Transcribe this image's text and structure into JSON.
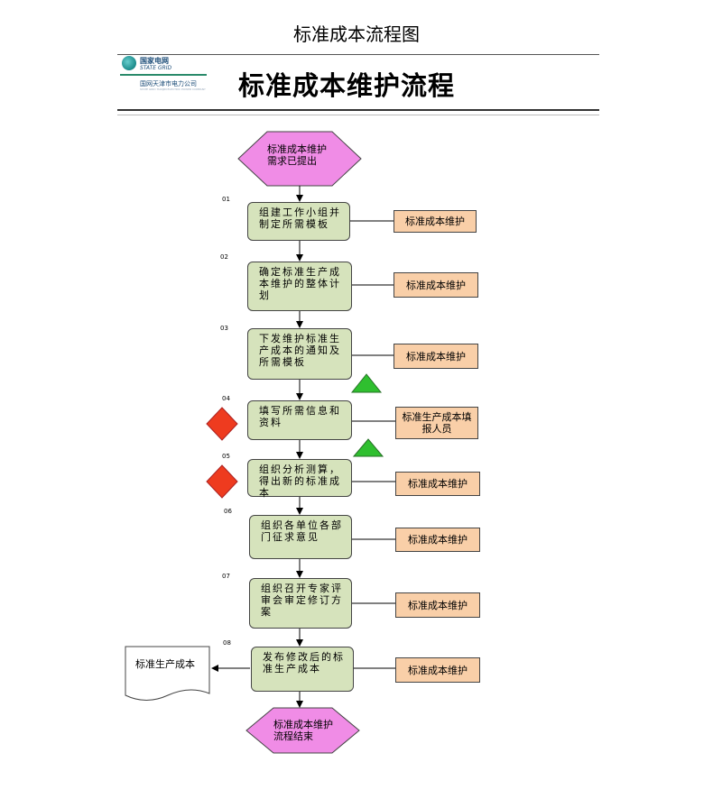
{
  "page_title": "标准成本流程图",
  "header": {
    "title": "标准成本维护流程",
    "logo": {
      "line1": "国家电网",
      "line2": "STATE GRID",
      "line3": "国网天津市电力公司",
      "line4": "STATE GRID TIANJIN ELECTRIC POWER COMPANY"
    }
  },
  "start_node": "标准成本维护需求已提出",
  "end_node": "标准成本维护流程结束",
  "steps": [
    {
      "num": "01",
      "text": "组建工作小组并制定所需模板",
      "role": "标准成本维护"
    },
    {
      "num": "02",
      "text": "确定标准生产成本维护的整体计划",
      "role": "标准成本维护"
    },
    {
      "num": "03",
      "text": "下发维护标准生产成本的通知及所需模板",
      "role": "标准成本维护"
    },
    {
      "num": "04",
      "text": "填写所需信息和资料",
      "role": "标准生产成本填报人员"
    },
    {
      "num": "05",
      "text": "组织分析测算，得出新的标准成本",
      "role": "标准成本维护"
    },
    {
      "num": "06",
      "text": "组织各单位各部门征求意见",
      "role": "标准成本维护"
    },
    {
      "num": "07",
      "text": "组织召开专家评审会审定修订方案",
      "role": "标准成本维护"
    },
    {
      "num": "08",
      "text": "发布修改后的标准生产成本",
      "role": "标准成本维护"
    }
  ],
  "output_document": "标准生产成本",
  "colors": {
    "step_fill": "#d6e3bc",
    "role_fill": "#f9cfa8",
    "terminal_fill": "#f08ce6",
    "risk_marker": "#ee3b1f",
    "control_marker": "#2fbf2f"
  }
}
